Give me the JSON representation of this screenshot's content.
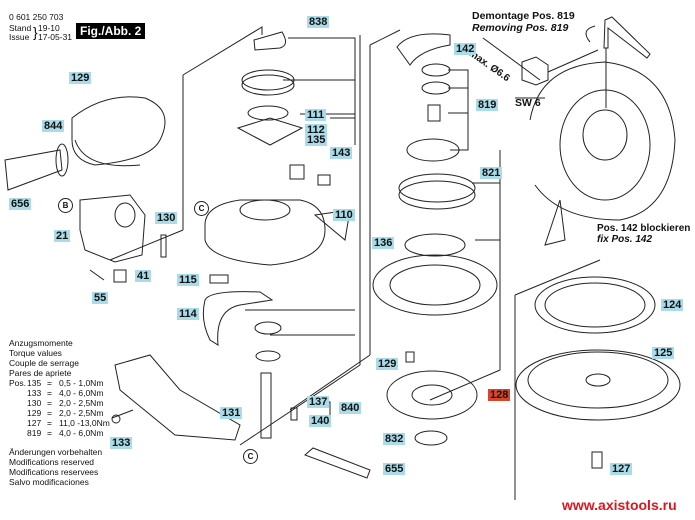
{
  "header": {
    "part_number": "0 601 250 703",
    "stand_label": "Stand",
    "stand_value": "19-10",
    "issue_label": "Issue",
    "issue_value": "17-05-31",
    "figure": "Fig./Abb. 2"
  },
  "removal_note": {
    "de": "Demontage Pos. 819",
    "en": "Removing Pos. 819",
    "max_dia": "max. Ø6.6",
    "sw": "SW 6"
  },
  "fix_note": {
    "de": "Pos. 142 blockieren",
    "en": "fix Pos. 142"
  },
  "torque": {
    "titles": [
      "Anzugsmomente",
      "Torque values",
      "Couple de serrage",
      "Pares de apriete"
    ],
    "prefix": "Pos.",
    "rows": [
      {
        "pos": "135",
        "value": "0,5 - 1,0Nm"
      },
      {
        "pos": "133",
        "value": "4,0 - 6,0Nm"
      },
      {
        "pos": "130",
        "value": "2,0 - 2,5Nm"
      },
      {
        "pos": "129",
        "value": "2,0 - 2,5Nm"
      },
      {
        "pos": "127",
        "value": "11,0 -13,0Nm"
      },
      {
        "pos": "819",
        "value": "4,0 - 6,0Nm"
      }
    ]
  },
  "disclaimer": [
    "Änderungen vorbehalten",
    "Modifications reserved",
    "Modifications reservees",
    "Salvo modificaciones"
  ],
  "callouts": {
    "p838": "838",
    "p129a": "129",
    "p844": "844",
    "p656": "656",
    "p21": "21",
    "p130": "130",
    "p41": "41",
    "p55": "55",
    "p111": "111",
    "p112": "112",
    "p135": "135",
    "p143": "143",
    "p110": "110",
    "p115": "115",
    "p114": "114",
    "p131": "131",
    "p133": "133",
    "p137": "137",
    "p840": "840",
    "p140": "140",
    "p142": "142",
    "p819": "819",
    "p821": "821",
    "p136": "136",
    "p129b": "129",
    "p128": "128",
    "p832": "832",
    "p655": "655",
    "p124": "124",
    "p125": "125",
    "p127": "127"
  },
  "markers": {
    "b": "B",
    "c1": "C",
    "c2": "C"
  },
  "colors": {
    "callout_bg": "#a9dbe8",
    "highlight_bg": "#d9452b",
    "url": "#e0141e"
  },
  "watermark": "www.axistools.ru"
}
